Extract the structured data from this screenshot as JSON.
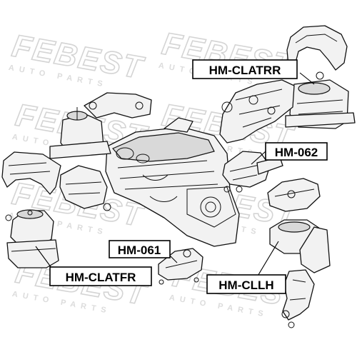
{
  "watermark": {
    "brand": "FEBEST",
    "tagline": "AUTO PARTS"
  },
  "labels": {
    "clatrr": "HM-CLATRR",
    "m062": "HM-062",
    "m061": "HM-061",
    "clatfr": "HM-CLATFR",
    "cllh": "HM-CLLH"
  }
}
